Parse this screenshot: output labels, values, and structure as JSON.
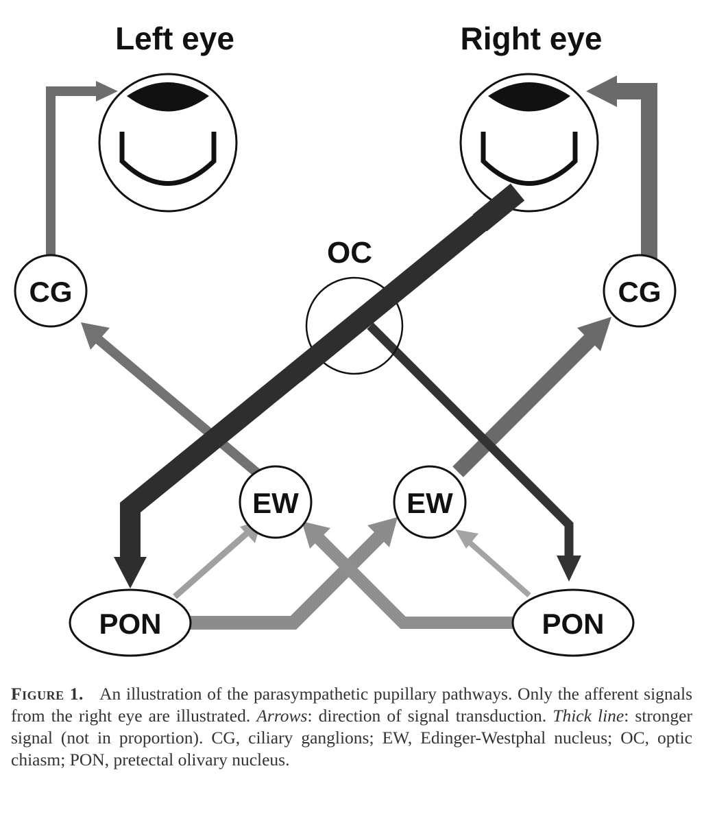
{
  "eyes": {
    "left_label": "Left eye",
    "right_label": "Right eye"
  },
  "nodes": {
    "oc": "OC",
    "cg_left": "CG",
    "cg_right": "CG",
    "ew_left": "EW",
    "ew_right": "EW",
    "pon_left": "PON",
    "pon_right": "PON"
  },
  "caption": {
    "figure_number": "Figure 1.",
    "text_1": "An illustration of the parasympathetic pupillary pathways. Only the afferent signals from the right eye are illustrated.",
    "arrows_term": "Arrows",
    "text_2": ": direction of signal transduction.",
    "thick_term": "Thick line",
    "text_3": ": stronger signal (not in proportion). CG, ciliary ganglions; EW, Edinger-Westphal nucleus; OC, optic chiasm; PON, pretectal olivary nucleus."
  },
  "colors": {
    "dark_pathway": "#2f2f2f",
    "medium_pathway": "#6a6a6a",
    "light_pathway": "#9a9a9a",
    "outline": "#111111"
  }
}
